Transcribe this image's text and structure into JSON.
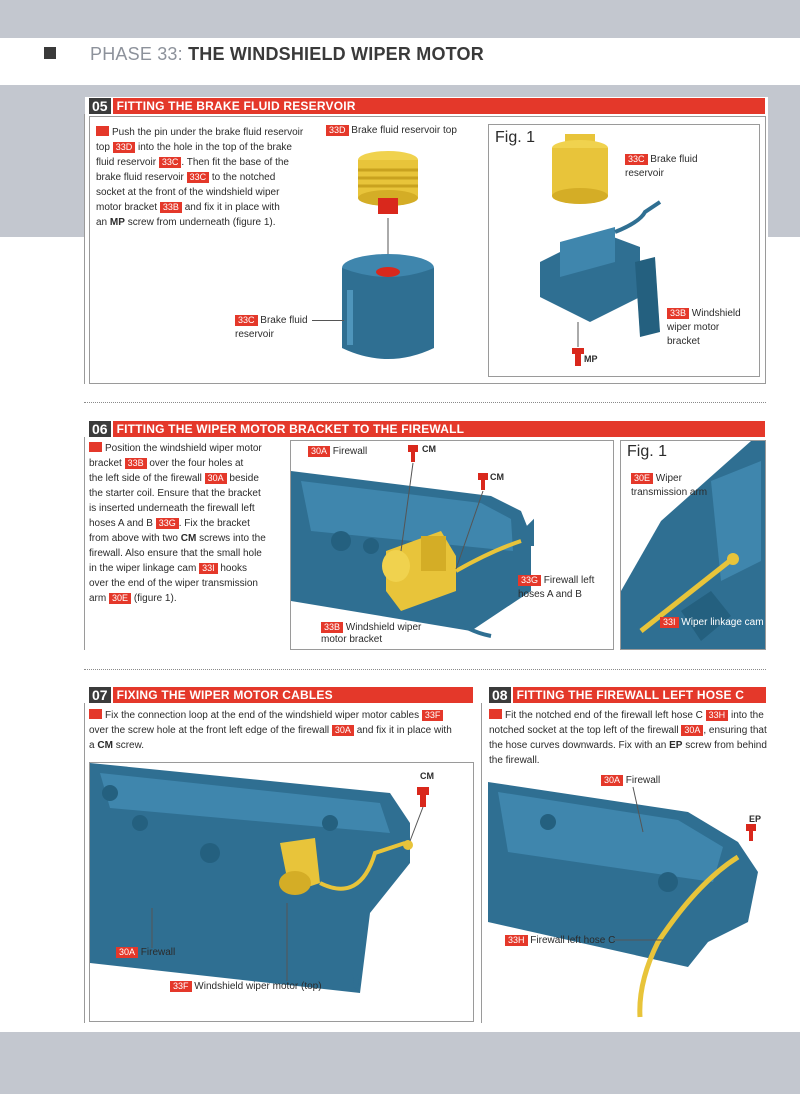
{
  "header": {
    "phase_prefix": "PHASE 33:",
    "phase_title": "THE WINDSHIELD WIPER MOTOR"
  },
  "step05": {
    "number": "05",
    "title": "FITTING THE BRAKE FLUID RESERVOIR",
    "text": [
      "Push the pin under the brake fluid reservoir",
      "top",
      "33D",
      "into the hole in the top of the brake",
      "fluid reservoir",
      "33C",
      ". Then fit the base of the",
      "brake fluid reservoir",
      "33C",
      "to the notched",
      "socket at the front of the windshield wiper",
      "motor bracket",
      "33B",
      "and fix it in place with",
      "an",
      "MP",
      "screw from underneath (figure 1)."
    ],
    "label_top_code": "33D",
    "label_top_text": "Brake fluid reservoir top",
    "label_res_code": "33C",
    "label_res_text1": "Brake fluid",
    "label_res_text2": "reservoir",
    "fig": {
      "title": "Fig. 1",
      "res_code": "33C",
      "res_text1": "Brake fluid",
      "res_text2": "reservoir",
      "bracket_code": "33B",
      "bracket_text1": "Windshield",
      "bracket_text2": "wiper motor",
      "bracket_text3": "bracket",
      "screw": "MP"
    }
  },
  "step06": {
    "number": "06",
    "title": "FITTING THE WIPER MOTOR BRACKET TO THE FIREWALL",
    "text": [
      "Position the windshield wiper motor",
      "bracket",
      "33B",
      "over the four holes at",
      "the left side of the firewall",
      "30A",
      "beside",
      "the starter coil. Ensure that the bracket",
      "is inserted underneath the firewall left",
      "hoses A and B",
      "33G",
      ". Fix the bracket",
      "from above with two",
      "CM",
      "screws into the",
      "firewall. Also ensure that the small hole",
      "in the wiper linkage cam",
      "33I",
      "hooks",
      "over the end of the wiper transmission",
      "arm",
      "30E",
      "(figure 1)."
    ],
    "fw_code": "30A",
    "fw_text": "Firewall",
    "screw1": "CM",
    "screw2": "CM",
    "hoses_code": "33G",
    "hoses_text1": "Firewall left",
    "hoses_text2": "hoses A and B",
    "bracket_code": "33B",
    "bracket_text1": "Windshield wiper",
    "bracket_text2": "motor bracket",
    "fig": {
      "title": "Fig. 1",
      "arm_code": "30E",
      "arm_text1": "Wiper",
      "arm_text2": "transmission arm",
      "cam_code": "33I",
      "cam_text": "Wiper linkage cam"
    }
  },
  "step07": {
    "number": "07",
    "title": "FIXING THE WIPER MOTOR CABLES",
    "text": [
      "Fix the connection loop at the end of the windshield wiper motor cables",
      "33F",
      "over the screw hole at the front left edge of the firewall",
      "30A",
      "and fix it in place with",
      "a",
      "CM",
      "screw."
    ],
    "screw": "CM",
    "fw_code": "30A",
    "fw_text": "Firewall",
    "motor_code": "33F",
    "motor_text": "Windshield wiper motor (top)"
  },
  "step08": {
    "number": "08",
    "title": "FITTING THE FIREWALL LEFT HOSE C",
    "text": [
      "Fit the notched end of the firewall left hose C",
      "33H",
      "into the",
      "notched socket at the top left of the firewall",
      "30A",
      ", ensuring that",
      "the hose curves downwards. Fix with an",
      "EP",
      "screw from behind",
      "the firewall."
    ],
    "fw_code": "30A",
    "fw_text": "Firewall",
    "screw": "EP",
    "hose_code": "33H",
    "hose_text": "Firewall left hose C"
  },
  "colors": {
    "accent": "#e4382a",
    "part_blue": "#2f6f92",
    "part_yellow": "#e8c43a",
    "band_grey": "#c3c7cf"
  }
}
